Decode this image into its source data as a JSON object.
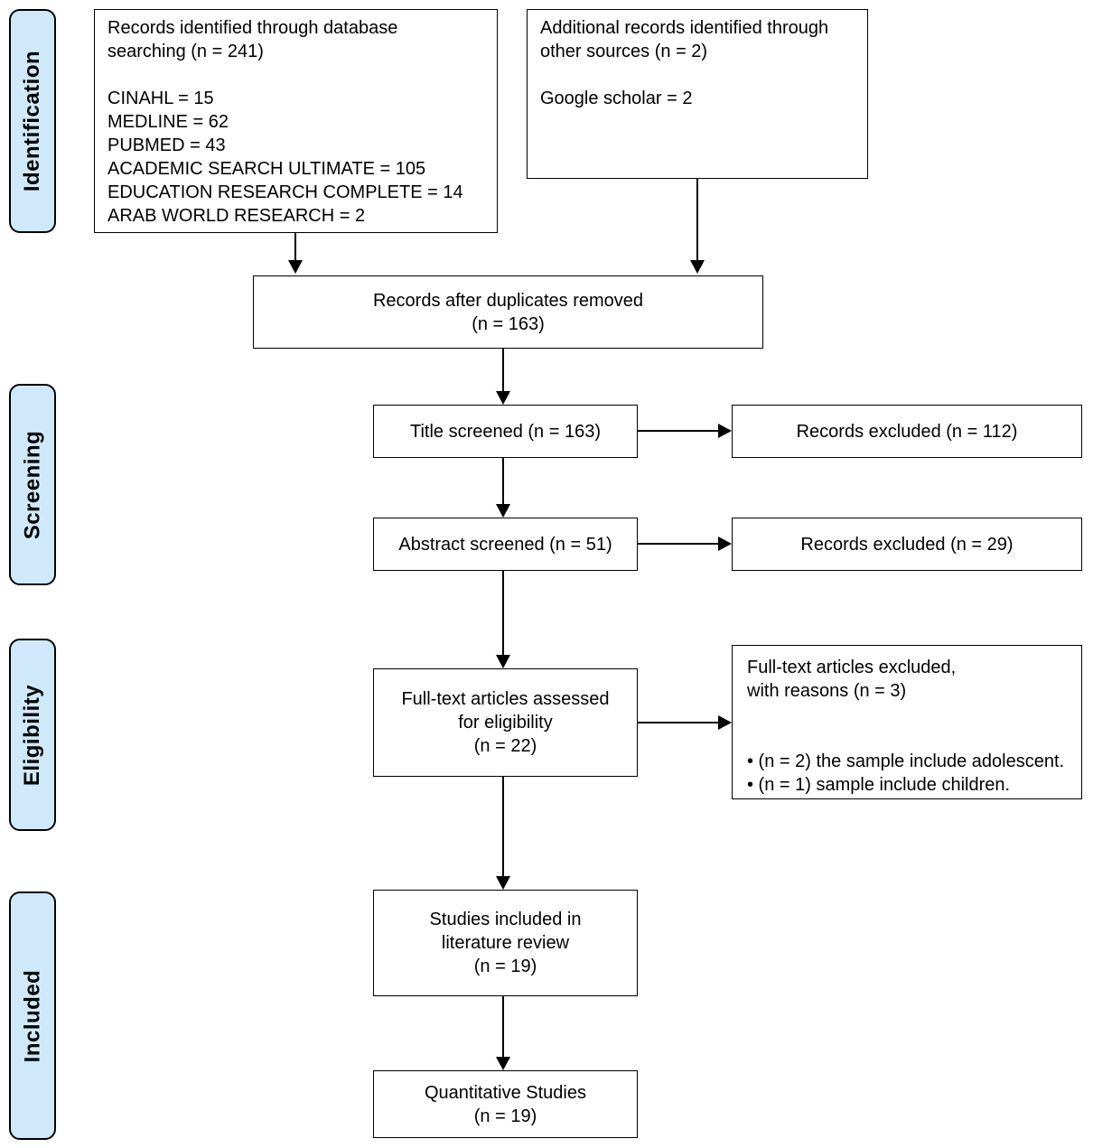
{
  "stages": {
    "identification": "Identification",
    "screening": "Screening",
    "eligibility": "Eligibility",
    "included": "Included"
  },
  "boxes": {
    "records_identified": {
      "lines": [
        "Records identified through database",
        "searching (n = 241)",
        "",
        "CINAHL = 15",
        "MEDLINE = 62",
        "PUBMED = 43",
        "ACADEMIC SEARCH ULTIMATE = 105",
        "EDUCATION RESEARCH COMPLETE = 14",
        "ARAB WORLD RESEARCH = 2"
      ]
    },
    "additional_records": {
      "lines": [
        "Additional records identified through",
        "other sources (n = 2)",
        "",
        "Google scholar = 2"
      ]
    },
    "duplicates_removed": {
      "lines": [
        "Records after duplicates removed",
        "(n = 163)"
      ]
    },
    "title_screened": {
      "lines": [
        "Title screened (n = 163)"
      ]
    },
    "records_excluded_title": {
      "lines": [
        "Records excluded (n = 112)"
      ]
    },
    "abstract_screened": {
      "lines": [
        "Abstract screened (n = 51)"
      ]
    },
    "records_excluded_abstract": {
      "lines": [
        "Records excluded (n = 29)"
      ]
    },
    "fulltext_assessed": {
      "lines": [
        "Full-text articles assessed",
        "for eligibility",
        "(n = 22)"
      ]
    },
    "fulltext_excluded": {
      "lines": [
        "Full-text articles excluded,",
        "with reasons (n = 3)",
        "",
        "",
        "•  (n = 2) the sample include adolescent.",
        "•  (n = 1) sample include children."
      ]
    },
    "studies_included": {
      "lines": [
        "Studies included in",
        "literature review",
        "(n = 19)"
      ]
    },
    "quantitative_studies": {
      "lines": [
        "Quantitative Studies",
        "(n = 19)"
      ]
    }
  },
  "colors": {
    "stage_fill": "#cfe9fa",
    "box_fill": "#ffffff",
    "border": "#000000"
  }
}
